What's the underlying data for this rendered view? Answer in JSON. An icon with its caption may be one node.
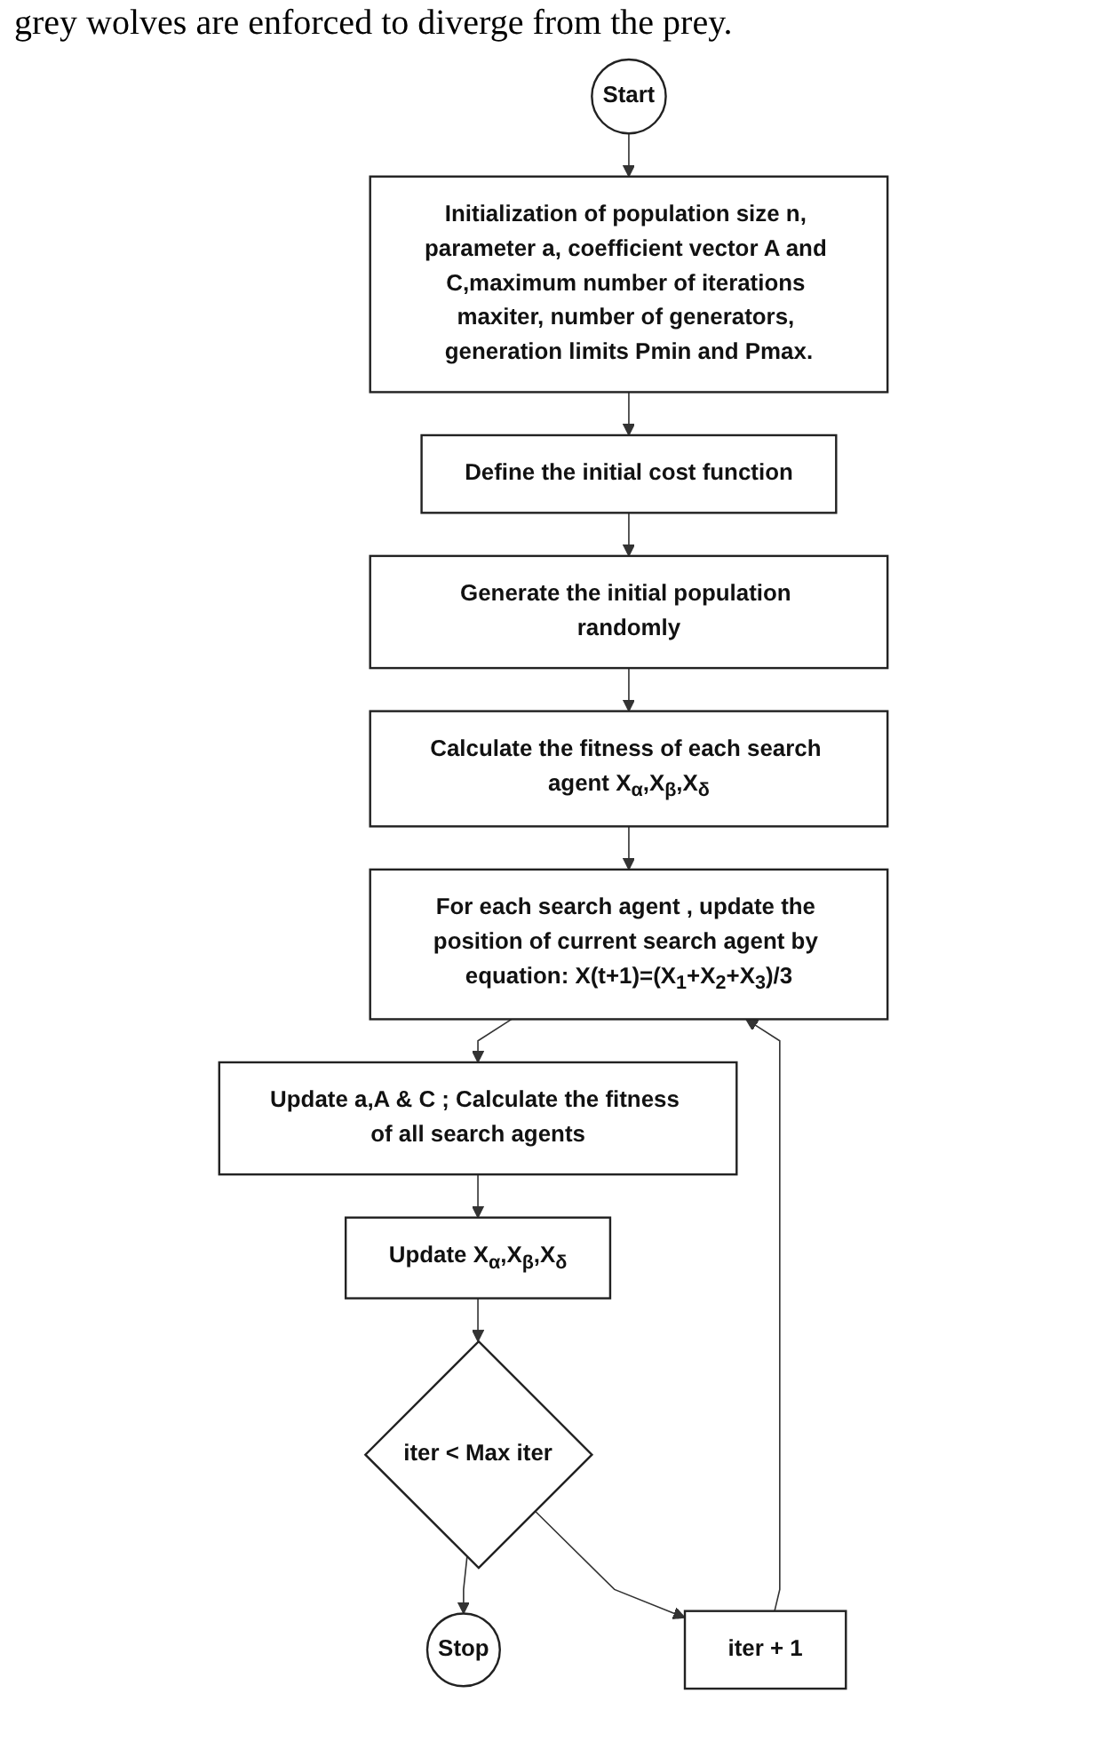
{
  "diagram": {
    "nodes": [
      {
        "text": [
          "Start"
        ]
      },
      {
        "text": [
          "Initialization of population size n, parameter a, coefficient vector A and C,maximum number of iterations maxiter, number of generators, generation limits Pmin and Pmax."
        ]
      },
      {
        "text": [
          "Define the initial cost function"
        ]
      },
      {
        "text": [
          "Generate the initial population randomly"
        ]
      },
      {
        "text": [
          "Calculate the fitness of each search agent X$_{α}$,X$_{β}$,X$_{δ}$"
        ]
      },
      {
        "text": [
          "iter + 1"
        ]
      },
      {
        "text": [
          "For each search agent , update the position of current search agent by equation: X(t+1)=(X$_{1}$+X$_{2}$+X$_{3}$)/3"
        ]
      },
      {
        "text": [
          "Update a,A & C ; Calculate the fitness of all search agents"
        ]
      },
      {
        "text": [
          "Update X$_{α}$,X$_{β}$,X$_{δ}$"
        ]
      },
      {
        "text": [
          "iter < Max iter"
        ]
      },
      {
        "text": [
          "Stop"
        ]
      }
    ],
    "edges": [
      {
        "from": 0,
        "to": 1,
        "arrow": "to"
      },
      {
        "from": 1,
        "to": 2,
        "arrow": "to"
      },
      {
        "from": 2,
        "to": 3,
        "arrow": "to"
      },
      {
        "from": 3,
        "to": 4,
        "arrow": "to"
      },
      {
        "from": 4,
        "to": 6,
        "arrow": "to"
      },
      {
        "from": 6,
        "to": 7,
        "arrow": "to"
      },
      {
        "from": 7,
        "to": 8,
        "arrow": "to"
      },
      {
        "from": 8,
        "to": 9,
        "arrow": "to"
      },
      {
        "from": 9,
        "to": 10,
        "arrow": "to"
      },
      {
        "from": 9,
        "to": 5,
        "arrow": "to"
      },
      {
        "from": 5,
        "to": 6,
        "arrow": "to"
      }
    ],
    "labels": [
      "grey wolves are enforced to diverge from the prey."
    ]
  }
}
